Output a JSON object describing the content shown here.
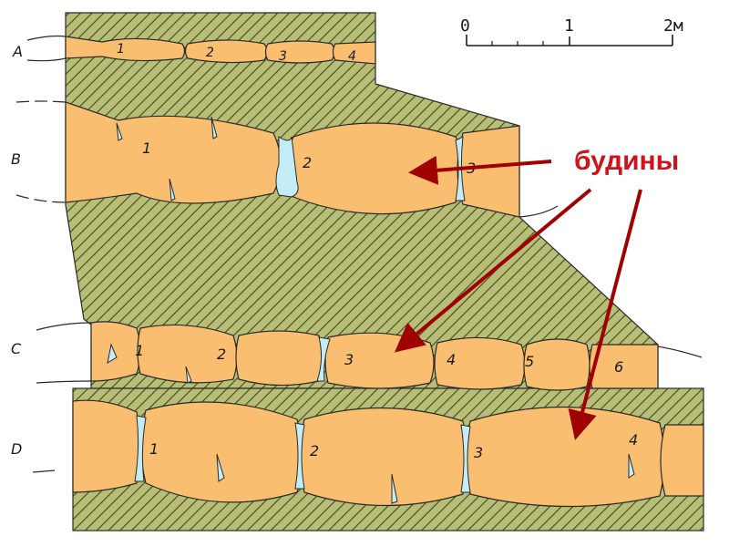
{
  "scale": {
    "ticks": [
      "0",
      "1",
      "2м"
    ]
  },
  "layers": [
    {
      "label": "A",
      "boudins": [
        "1",
        "2",
        "3",
        "4"
      ]
    },
    {
      "label": "B",
      "boudins": [
        "1",
        "2",
        "3"
      ]
    },
    {
      "label": "C",
      "boudins": [
        "1",
        "2",
        "3",
        "4",
        "5",
        "6"
      ]
    },
    {
      "label": "D",
      "boudins": [
        "1",
        "2",
        "3",
        "4"
      ]
    }
  ],
  "annotation": {
    "text": "будины"
  },
  "colors": {
    "boudin_fill": "#F9BE70",
    "matrix_fill": "#B8BE78",
    "hatch": "#3E4A14",
    "vein_fill": "#C3ECF7",
    "arrow": "#A00000",
    "annotation_text": "#D0121B"
  }
}
